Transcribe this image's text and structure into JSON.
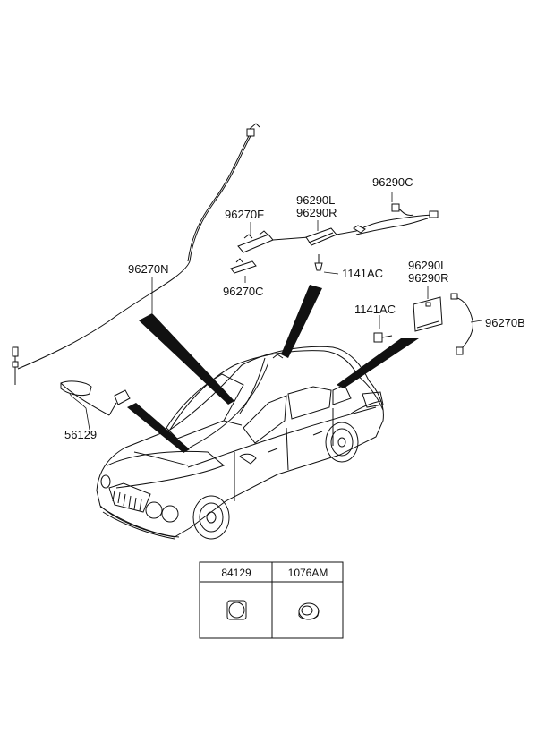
{
  "labels": {
    "p96270N": "96270N",
    "p96270F": "96270F",
    "p96270C": "96270C",
    "p96290L_top": "96290L",
    "p96290R_top": "96290R",
    "p96290C": "96290C",
    "p1141AC_top": "1141AC",
    "p96290L_right": "96290L",
    "p96290R_right": "96290R",
    "p1141AC_right": "1141AC",
    "p96270B": "96270B",
    "p56129": "56129"
  },
  "table": {
    "columns": [
      "84129",
      "1076AM"
    ]
  }
}
